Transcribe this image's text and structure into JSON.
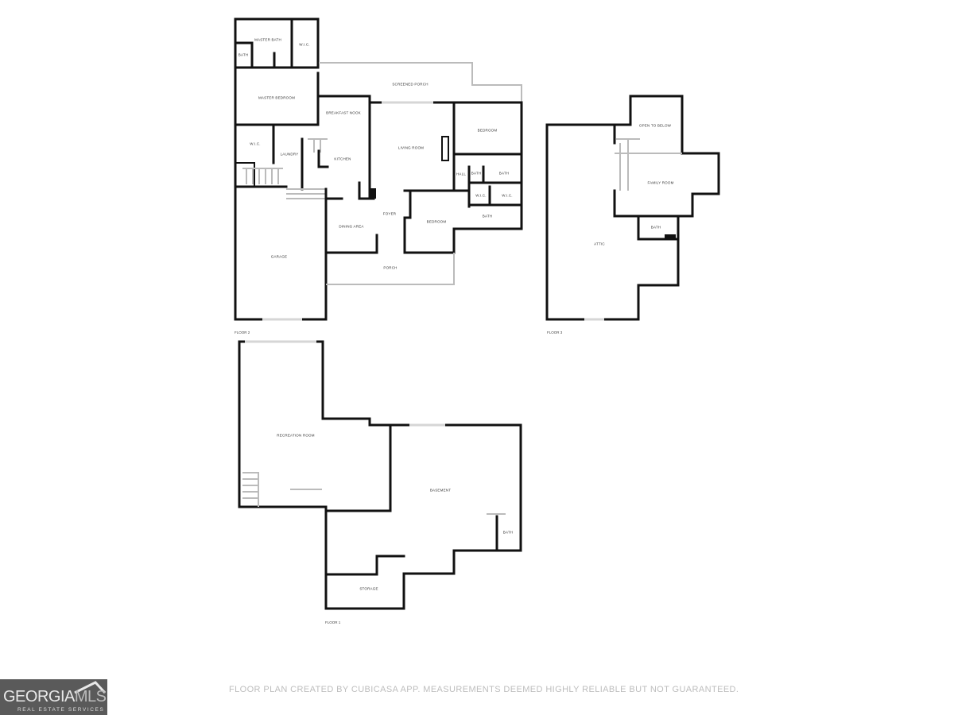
{
  "floors": {
    "floor2": {
      "label": "FLOOR 2",
      "rooms": {
        "master_bath": "MASTER BATH",
        "bath_small": "BATH",
        "wic_master": "W.I.C.",
        "screened_porch": "SCREENED PORCH",
        "master_bedroom": "MASTER BEDROOM",
        "breakfast_nook": "BREAKFAST NOOK",
        "living_room": "LIVING ROOM",
        "bedroom_right": "BEDROOM",
        "wic_left": "W.I.C.",
        "laundry": "LAUNDRY",
        "kitchen": "KITCHEN",
        "hall": "HALL",
        "bath_a": "BATH",
        "bath_b": "BATH",
        "wic_a": "W.I.C.",
        "wic_b": "W.I.C.",
        "foyer": "FOYER",
        "bedroom_lower": "BEDROOM",
        "bath_c": "BATH",
        "dining_area": "DINING AREA",
        "garage": "GARAGE",
        "porch": "PORCH"
      }
    },
    "floor3": {
      "label": "FLOOR 3",
      "rooms": {
        "open_to_below": "OPEN TO BELOW",
        "family_room": "FAMILY ROOM",
        "bath": "BATH",
        "attic": "ATTIC"
      }
    },
    "floor1": {
      "label": "FLOOR 1",
      "rooms": {
        "recreation_room": "RECREATION ROOM",
        "basement": "BASEMENT",
        "bath": "BATH",
        "storage": "STORAGE"
      }
    }
  },
  "footer": {
    "disclaimer": "FLOOR PLAN CREATED BY CUBICASA APP. MEASUREMENTS DEEMED HIGHLY RELIABLE BUT NOT GUARANTEED."
  },
  "logo": {
    "name_a": "GEORGIA",
    "name_b": "MLS",
    "tagline": "REAL ESTATE SERVICES"
  }
}
